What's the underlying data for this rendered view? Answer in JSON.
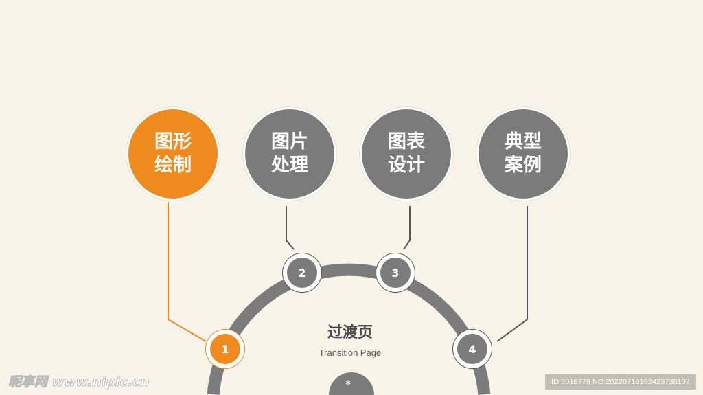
{
  "title": "过渡页",
  "subtitle": "Transition Page",
  "center_symbol": "*",
  "items": [
    {
      "number": "1",
      "line1": "图形",
      "line2": "绘制",
      "active": true
    },
    {
      "number": "2",
      "line1": "图片",
      "line2": "处理",
      "active": false
    },
    {
      "number": "3",
      "line1": "图表",
      "line2": "设计",
      "active": false
    },
    {
      "number": "4",
      "line1": "典型",
      "line2": "案例",
      "active": false
    }
  ],
  "watermark": {
    "logo": "昵享网 www.nipic.cn",
    "id": "ID:3018779 NO:20220718162423738107"
  },
  "colors": {
    "accent": "#ef8a1e",
    "gray": "#7b7b7b",
    "background": "#f8f4ea"
  }
}
